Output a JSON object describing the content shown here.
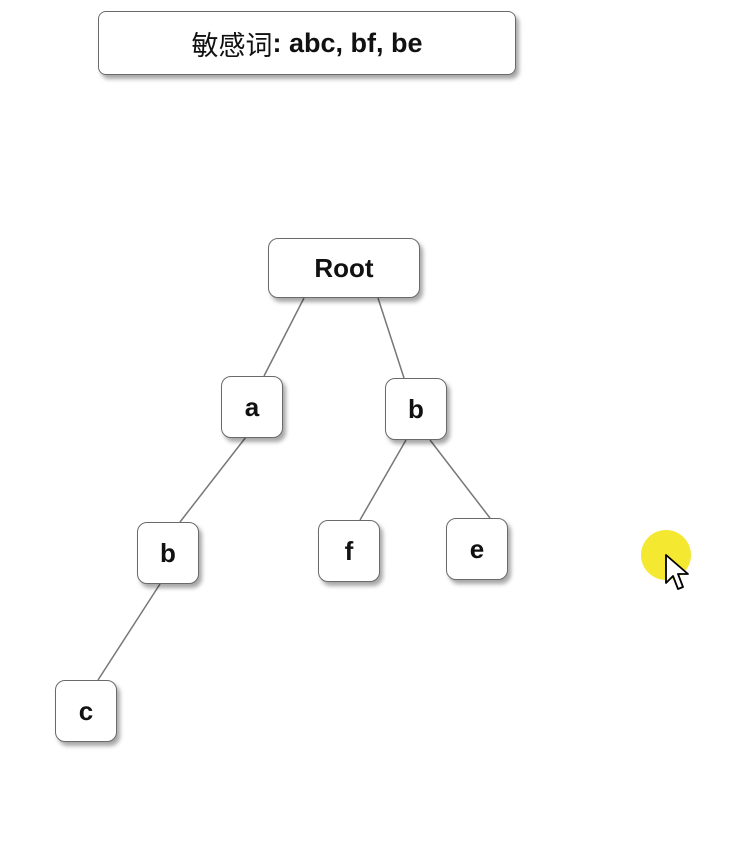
{
  "banner": {
    "label_cjk": "敏感词",
    "label_words": ": abc, bf, be"
  },
  "tree": {
    "root": "Root",
    "a": "a",
    "a_b": "b",
    "a_b_c": "c",
    "b": "b",
    "b_f": "f",
    "b_e": "e"
  },
  "colors": {
    "cursor_halo": "#f2e40d",
    "node_border": "#6a6a6a"
  },
  "icons": {
    "cursor": "mouse-pointer-icon"
  }
}
